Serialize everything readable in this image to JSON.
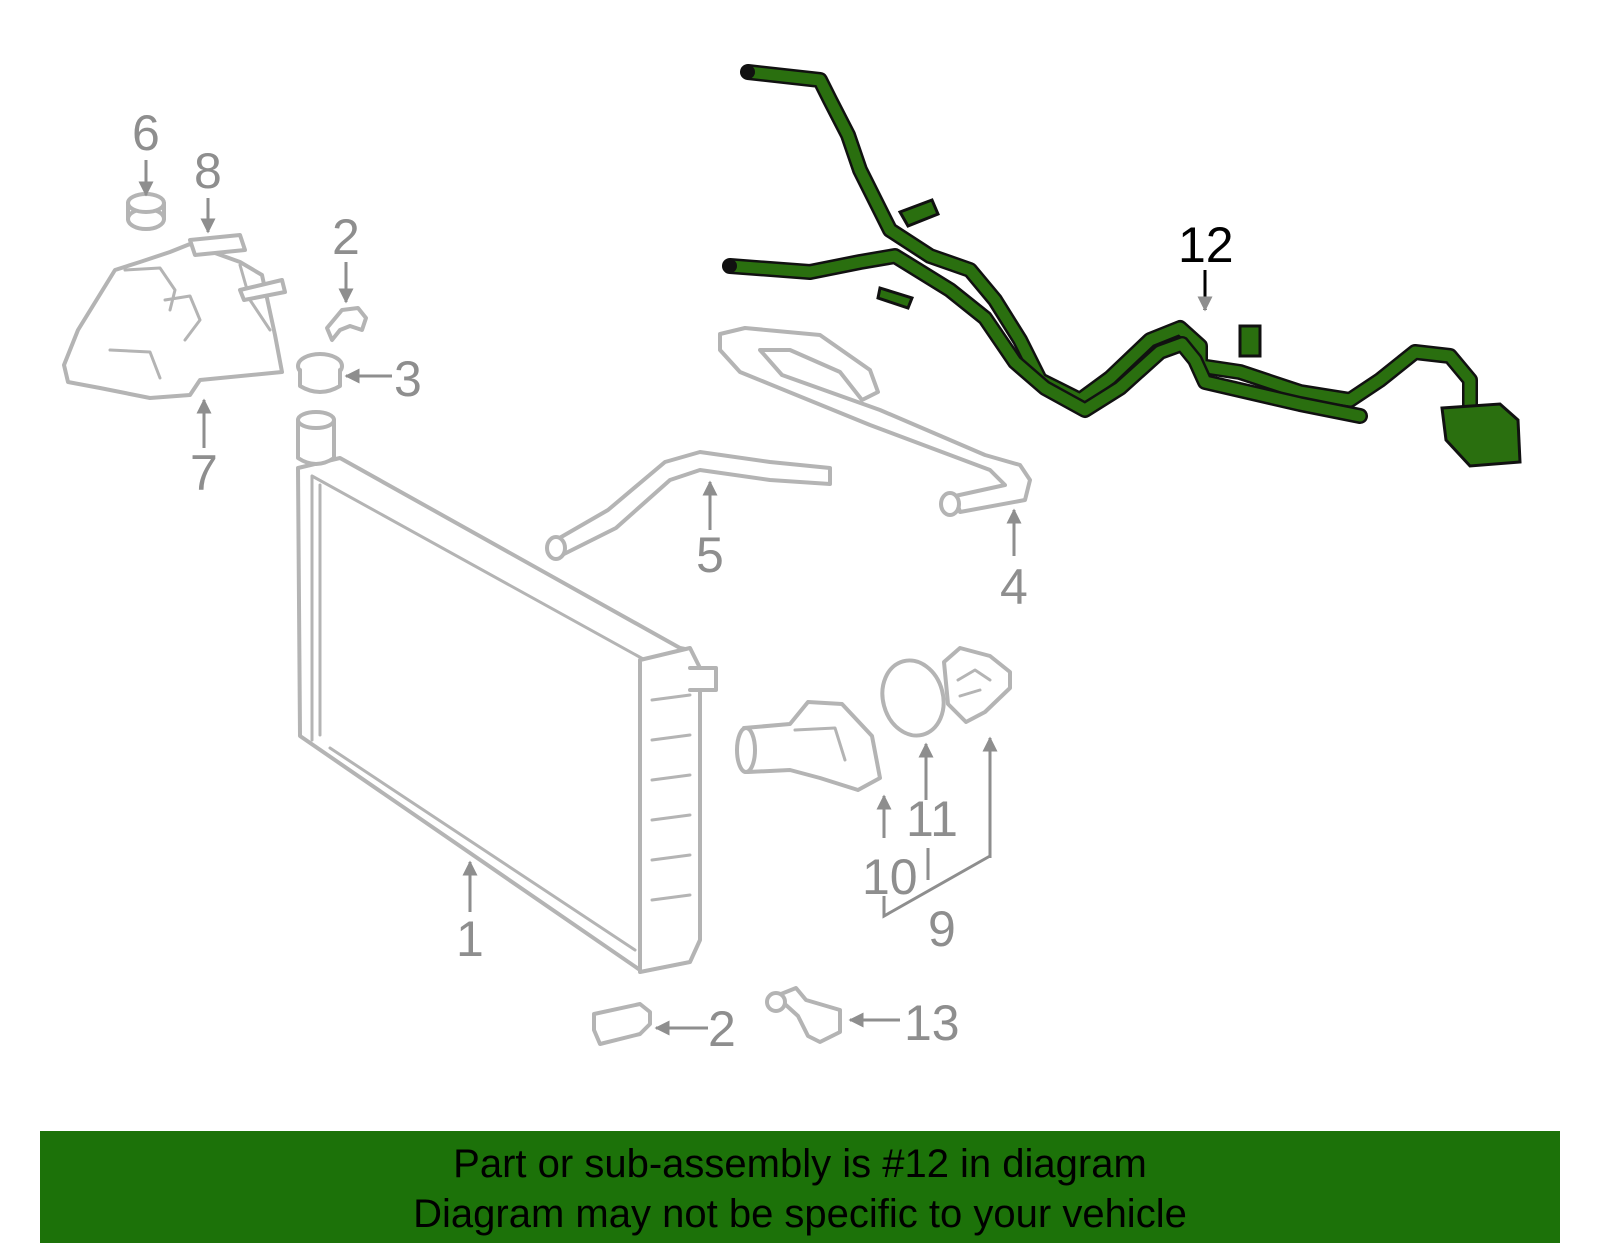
{
  "colors": {
    "highlight": "#2a6f0f",
    "banner": "#1c7209",
    "part_outline": "#b4b4b4",
    "callout": "#8e8e8e"
  },
  "callouts": {
    "c1": "1",
    "c2a": "2",
    "c2b": "2",
    "c3": "3",
    "c4": "4",
    "c5": "5",
    "c6": "6",
    "c7": "7",
    "c8": "8",
    "c9": "9",
    "c10": "10",
    "c11": "11",
    "c12": "12",
    "c13": "13"
  },
  "banner": {
    "line1": "Part or sub-assembly is #12 in diagram",
    "line2": "Diagram may not be specific to your vehicle"
  }
}
